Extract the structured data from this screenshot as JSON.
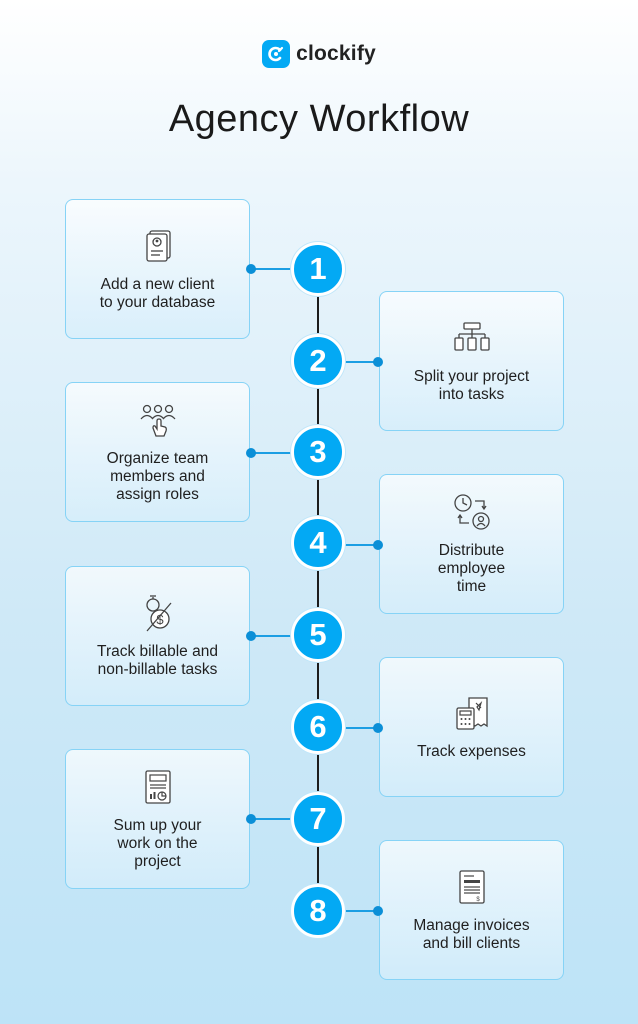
{
  "brand": {
    "name": "clockify",
    "accent": "#03a9f4"
  },
  "title": "Agency Workflow",
  "steps": [
    {
      "number": "1",
      "label": "Add a new client\nto your database",
      "icon": "client-card-icon"
    },
    {
      "number": "2",
      "label": "Split your project\ninto tasks",
      "icon": "hierarchy-icon"
    },
    {
      "number": "3",
      "label": "Organize team\nmembers and\nassign roles",
      "icon": "team-select-icon"
    },
    {
      "number": "4",
      "label": "Distribute\nemployee\ntime",
      "icon": "clock-person-icon"
    },
    {
      "number": "5",
      "label": "Track billable and\nnon-billable tasks",
      "icon": "billable-icon"
    },
    {
      "number": "6",
      "label": "Track expenses",
      "icon": "expense-icon"
    },
    {
      "number": "7",
      "label": "Sum up your\nwork on the\nproject",
      "icon": "report-icon"
    },
    {
      "number": "8",
      "label": "Manage invoices\nand bill clients",
      "icon": "invoice-icon"
    }
  ]
}
